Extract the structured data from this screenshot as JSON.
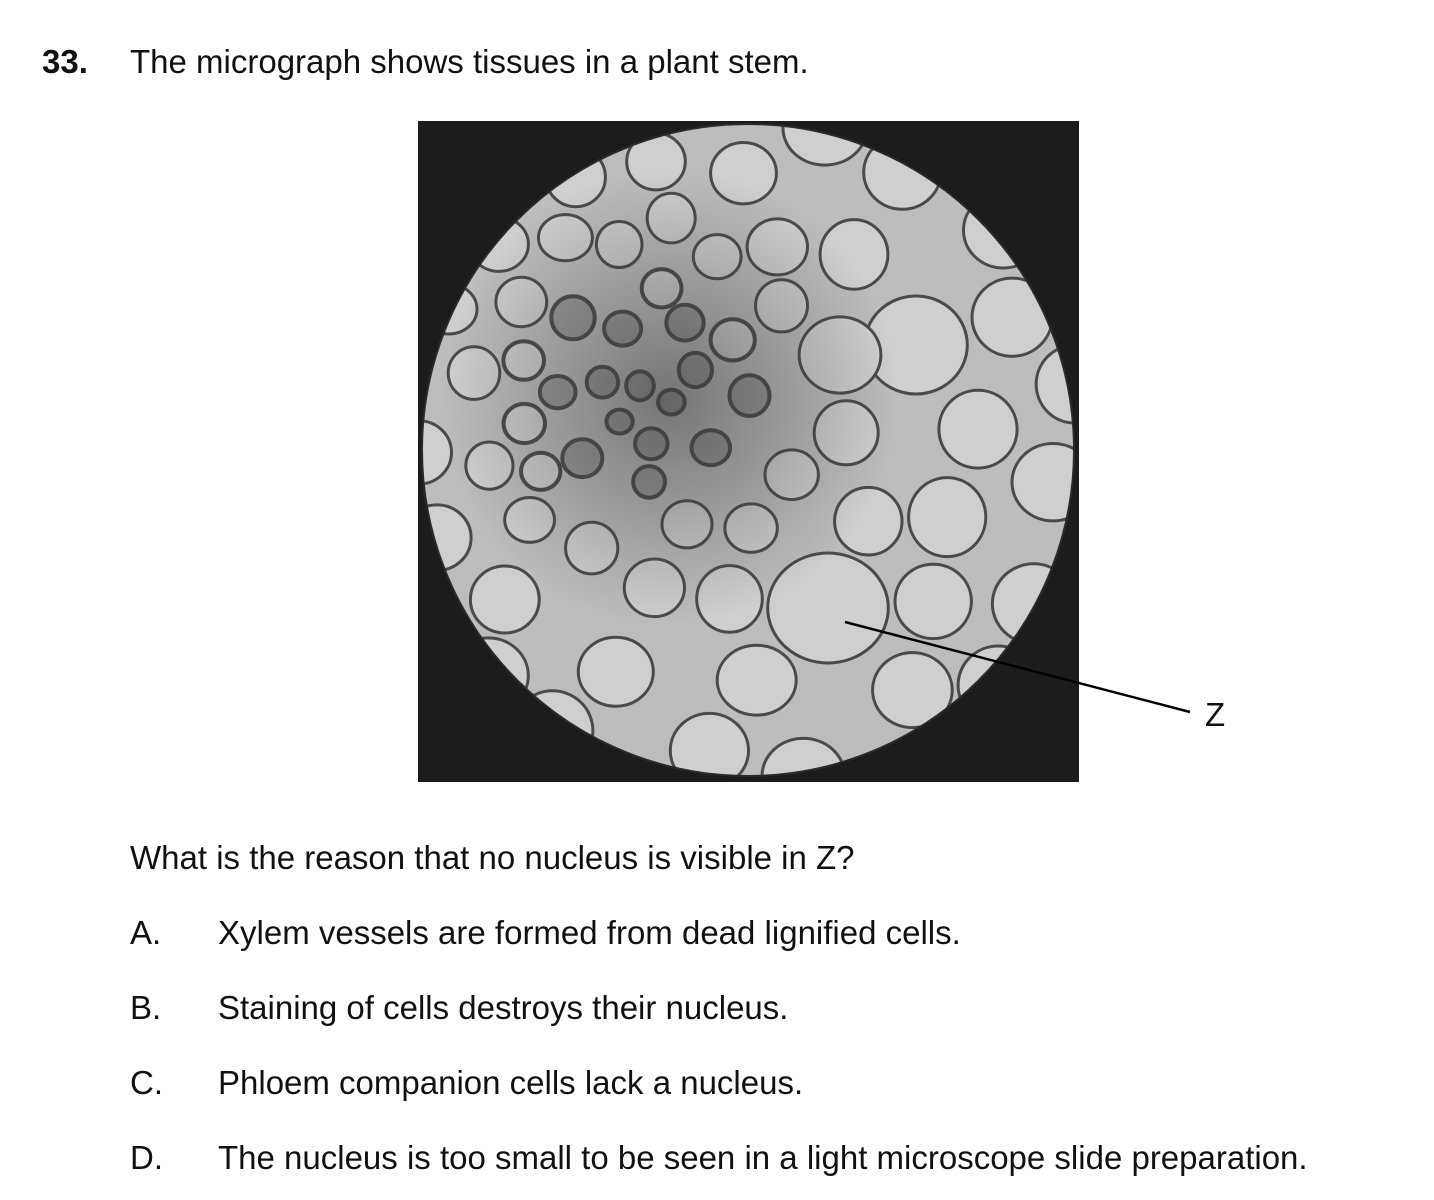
{
  "question": {
    "number": "33.",
    "stem": "The micrograph shows tissues in a plant stem.",
    "figure": {
      "label": "Z",
      "background_color": "#1c1c1c",
      "cell_wall_color": "#4a4a4a",
      "cell_fill_color": "#cfcfcf"
    },
    "prompt": "What is the reason that no nucleus is visible in Z?",
    "options": [
      {
        "letter": "A.",
        "text": "Xylem vessels are formed from dead lignified cells."
      },
      {
        "letter": "B.",
        "text": "Staining of cells destroys their nucleus."
      },
      {
        "letter": "C.",
        "text": "Phloem companion cells lack a nucleus."
      },
      {
        "letter": "D.",
        "text": "The nucleus is too small to be seen in a light microscope slide preparation."
      }
    ]
  }
}
